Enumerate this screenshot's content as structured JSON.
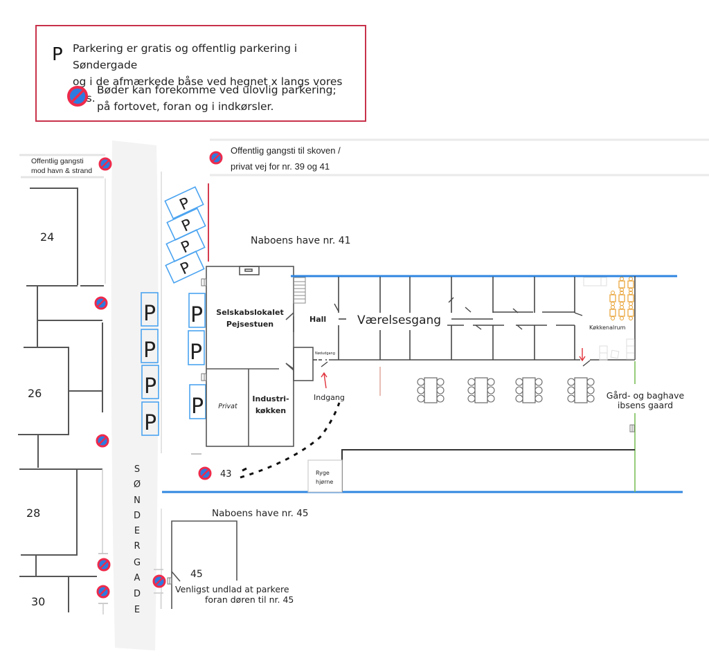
{
  "legend": {
    "parking_symbol": "P",
    "parking_text_line1": "Parkering er gratis og offentlig parkering i Søndergade",
    "parking_text_line2": "og i de afmærkede båse ved hegnet x langs vores hus.",
    "fine_text_line1": "Bøder kan forekomme ved ulovlig parkering;",
    "fine_text_line2": "på fortovet, foran og i indkørsler."
  },
  "paths": {
    "left_path_line1": "Offentlig gangsti",
    "left_path_line2": "mod havn & strand",
    "top_path_line1": "Offentlig gangsti til skoven /",
    "top_path_line2": "privat vej for nr. 39 og 41"
  },
  "street": {
    "name_letters": [
      "S",
      "Ø",
      "N",
      "D",
      "E",
      "R",
      "G",
      "A",
      "D",
      "E"
    ]
  },
  "houses": {
    "numbers": [
      "24",
      "26",
      "28",
      "30"
    ],
    "house_45": "45",
    "house_43": "43"
  },
  "parking": {
    "symbol": "P",
    "angled_count": 4,
    "street_count": 4,
    "fence_count": 3
  },
  "rooms": {
    "party_room_line1": "Selskabslokalet",
    "party_room_line2": "Pejsestuen",
    "private": "Privat",
    "kitchen_line1": "Industri-",
    "kitchen_line2": "køkken",
    "hall": "Hall",
    "corridor": "Værelsesgang",
    "emergency_exit": "Nødudgang",
    "entrance": "Indgang",
    "kitchen_alrum": "Køkkenalrum",
    "smoking_line1": "Ryge",
    "smoking_line2": "hjørne"
  },
  "labels": {
    "neighbor_41": "Naboens have nr. 41",
    "neighbor_45": "Naboens have nr. 45",
    "yard_line1": "Gård- og baghave",
    "yard_line2": "ibsens gaard",
    "note_45_line1": "Venligst undlad at parkere",
    "note_45_line2": "foran døren til nr. 45"
  },
  "colors": {
    "parking_blue": "#4aa3f0",
    "sign_red": "#ee2a4b",
    "sign_blue": "#2d7be0",
    "border_red": "#c8314a",
    "boundary_blue": "#2f86e0",
    "fence_green": "#7cbf5a",
    "accent_red": "#e0303a",
    "furniture_orange": "#e8a030"
  }
}
